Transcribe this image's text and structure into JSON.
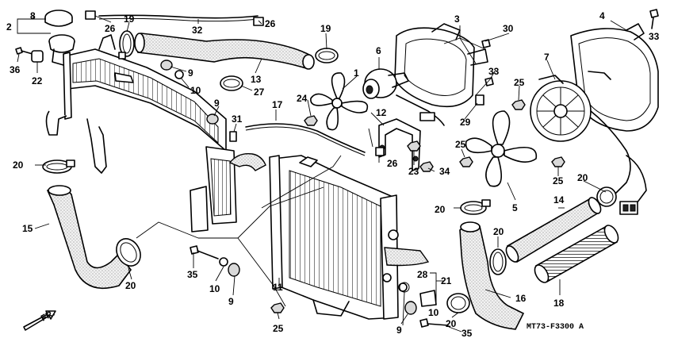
{
  "diagram_code": "MT73-F3300 A",
  "direction_label": "FR.",
  "labels": [
    {
      "id": "1",
      "text": "1"
    },
    {
      "id": "2",
      "text": "2"
    },
    {
      "id": "3",
      "text": "3"
    },
    {
      "id": "4",
      "text": "4"
    },
    {
      "id": "5",
      "text": "5"
    },
    {
      "id": "6",
      "text": "6"
    },
    {
      "id": "7",
      "text": "7"
    },
    {
      "id": "8",
      "text": "8"
    },
    {
      "id": "9a",
      "text": "9"
    },
    {
      "id": "9b",
      "text": "9"
    },
    {
      "id": "9c",
      "text": "9"
    },
    {
      "id": "9d",
      "text": "9"
    },
    {
      "id": "10a",
      "text": "10"
    },
    {
      "id": "10b",
      "text": "10"
    },
    {
      "id": "10c",
      "text": "10"
    },
    {
      "id": "11",
      "text": "11"
    },
    {
      "id": "12",
      "text": "12"
    },
    {
      "id": "13",
      "text": "13"
    },
    {
      "id": "14",
      "text": "14"
    },
    {
      "id": "15",
      "text": "15"
    },
    {
      "id": "16",
      "text": "16"
    },
    {
      "id": "17",
      "text": "17"
    },
    {
      "id": "18",
      "text": "18"
    },
    {
      "id": "19a",
      "text": "19"
    },
    {
      "id": "19b",
      "text": "19"
    },
    {
      "id": "20a",
      "text": "20"
    },
    {
      "id": "20b",
      "text": "20"
    },
    {
      "id": "20c",
      "text": "20"
    },
    {
      "id": "20d",
      "text": "20"
    },
    {
      "id": "20e",
      "text": "20"
    },
    {
      "id": "20f",
      "text": "20"
    },
    {
      "id": "21",
      "text": "21"
    },
    {
      "id": "22",
      "text": "22"
    },
    {
      "id": "23",
      "text": "23"
    },
    {
      "id": "24",
      "text": "24"
    },
    {
      "id": "25a",
      "text": "25"
    },
    {
      "id": "25b",
      "text": "25"
    },
    {
      "id": "25c",
      "text": "25"
    },
    {
      "id": "25d",
      "text": "25"
    },
    {
      "id": "26a",
      "text": "26"
    },
    {
      "id": "26b",
      "text": "26"
    },
    {
      "id": "26c",
      "text": "26"
    },
    {
      "id": "27",
      "text": "27"
    },
    {
      "id": "28",
      "text": "28"
    },
    {
      "id": "29",
      "text": "29"
    },
    {
      "id": "30",
      "text": "30"
    },
    {
      "id": "31",
      "text": "31"
    },
    {
      "id": "32",
      "text": "32"
    },
    {
      "id": "33a",
      "text": "33"
    },
    {
      "id": "33b",
      "text": "33"
    },
    {
      "id": "34",
      "text": "34"
    },
    {
      "id": "35a",
      "text": "35"
    },
    {
      "id": "35b",
      "text": "35"
    },
    {
      "id": "36",
      "text": "36"
    }
  ]
}
